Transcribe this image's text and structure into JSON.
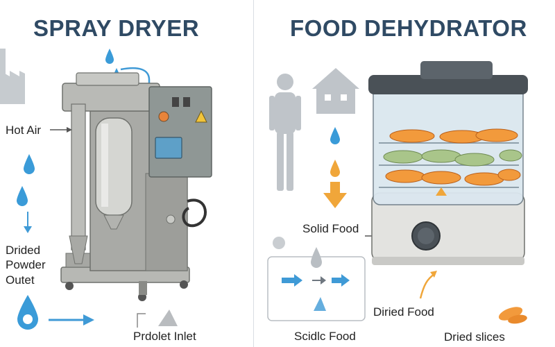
{
  "spray_dryer": {
    "title": "SPRAY DRYER",
    "hot_air_label": "Hot Air",
    "outlet_label_lines": [
      "Drided",
      "Powder",
      "Outet"
    ],
    "inlet_label": "Prdolet Inlet"
  },
  "food_dehydrator": {
    "title": "FOOD DEHYDRATOR",
    "solid_food_label": "Solid Food",
    "bottom_food_label": "Scidlc Food",
    "dried_food_label": "Diried Food",
    "dried_slices_label": "Dried slices"
  },
  "colors": {
    "title": "#2f4a64",
    "water_blue": "#3a9bd8",
    "flow_blue": "#3f9ad6",
    "arrow_orange": "#f0a63a",
    "slice_orange": "#f29a3c",
    "slice_green": "#a9c58a",
    "steel": "#a9aaa6",
    "panel_grey": "#8f9795"
  }
}
